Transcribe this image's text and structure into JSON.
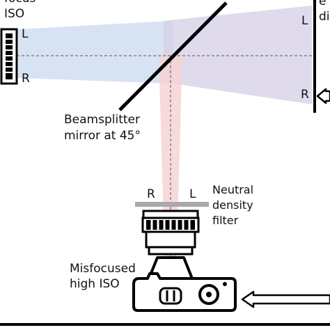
{
  "labels": {
    "top_left_line1": "focus",
    "top_left_line2": "ISO",
    "top_right_line1": "e",
    "top_right_line2": "di",
    "left_sensor_L": "L",
    "left_sensor_R": "R",
    "right_display_L": "L",
    "right_display_R": "R",
    "bottom_R": "R",
    "bottom_L": "L",
    "beamsplitter_line1": "Beamsplitter",
    "beamsplitter_line2": "mirror at 45°",
    "filter_line1": "Neutral",
    "filter_line2": "density",
    "filter_line3": "filter",
    "camera_line1": "Misfocused",
    "camera_line2": "high ISO"
  },
  "colors": {
    "blue_beam": "#c9d9ef",
    "purple_beam": "#d6cfe6",
    "red_beam": "#f6d3d3",
    "filter": "#a9a9a9",
    "line": "#000000"
  }
}
